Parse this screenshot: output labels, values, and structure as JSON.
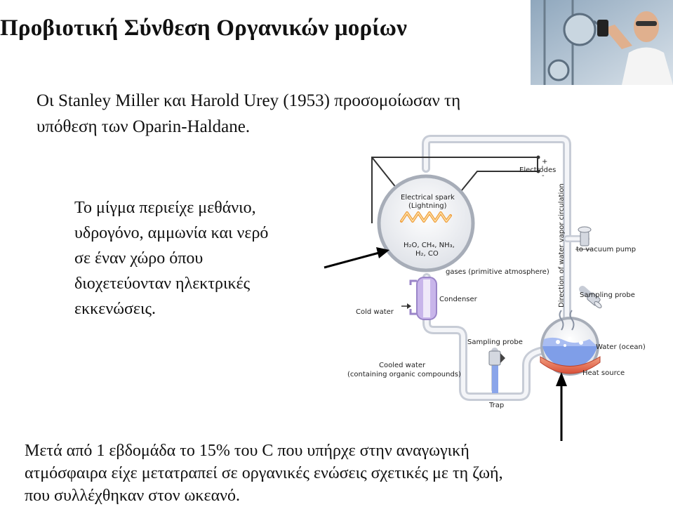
{
  "slide": {
    "title": "Προβιοτική Σύνθεση Οργανικών μορίων",
    "intro": {
      "line1": "Οι Stanley Miller και Harold Urey (1953) προσομοίωσαν τη",
      "line2": "υπόθεση των Oparin-Haldane."
    },
    "mixture": {
      "line1": "Το μίγμα περιείχε μεθάνιο,",
      "line2": "υδρογόνο, αμμωνία και νερό",
      "line3": "σε έναν χώρο όπου",
      "line4": "διοχετεύονταν ηλεκτρικές",
      "line5": "εκκενώσεις."
    },
    "result": {
      "line1": "Μετά από 1 εβδομάδα το 15% του C που υπήρχε στην αναγωγική",
      "line2": "ατμόσφαιρα είχε μετατραπεί σε οργανικές ενώσεις σχετικές με τη ζωή,",
      "line3": "που συλλέχθηκαν στον ωκεανό."
    }
  },
  "diagram": {
    "electrodes_plus": "+",
    "electrodes_minus": "-",
    "electrodes": "Electrodes",
    "spark_line1": "Electrical spark",
    "spark_line2": "(Lightning)",
    "gases_line1": "H₂O, CH₄, NH₃,",
    "gases_line2": "H₂, CO",
    "gases_caption": "gases (primitive atmosphere)",
    "circulation": "Direction of water vapor circulation",
    "vacuum": "to vacuum pump",
    "sampling_probe_right": "Sampling probe",
    "condenser": "Condenser",
    "cold_water": "Cold water",
    "sampling_probe_bottom": "Sampling probe",
    "water_ocean": "Water (ocean)",
    "cooled_line1": "Cooled water",
    "cooled_line2": "(containing organic compounds)",
    "heat_source": "Heat source",
    "trap": "Trap"
  },
  "colors": {
    "tube": "#c7ccd6",
    "glass": "#eef0f4",
    "spark": "#f0a040",
    "water": "#6d8fe0",
    "condenser": "#b79ee0",
    "heat": "#e0604a"
  }
}
